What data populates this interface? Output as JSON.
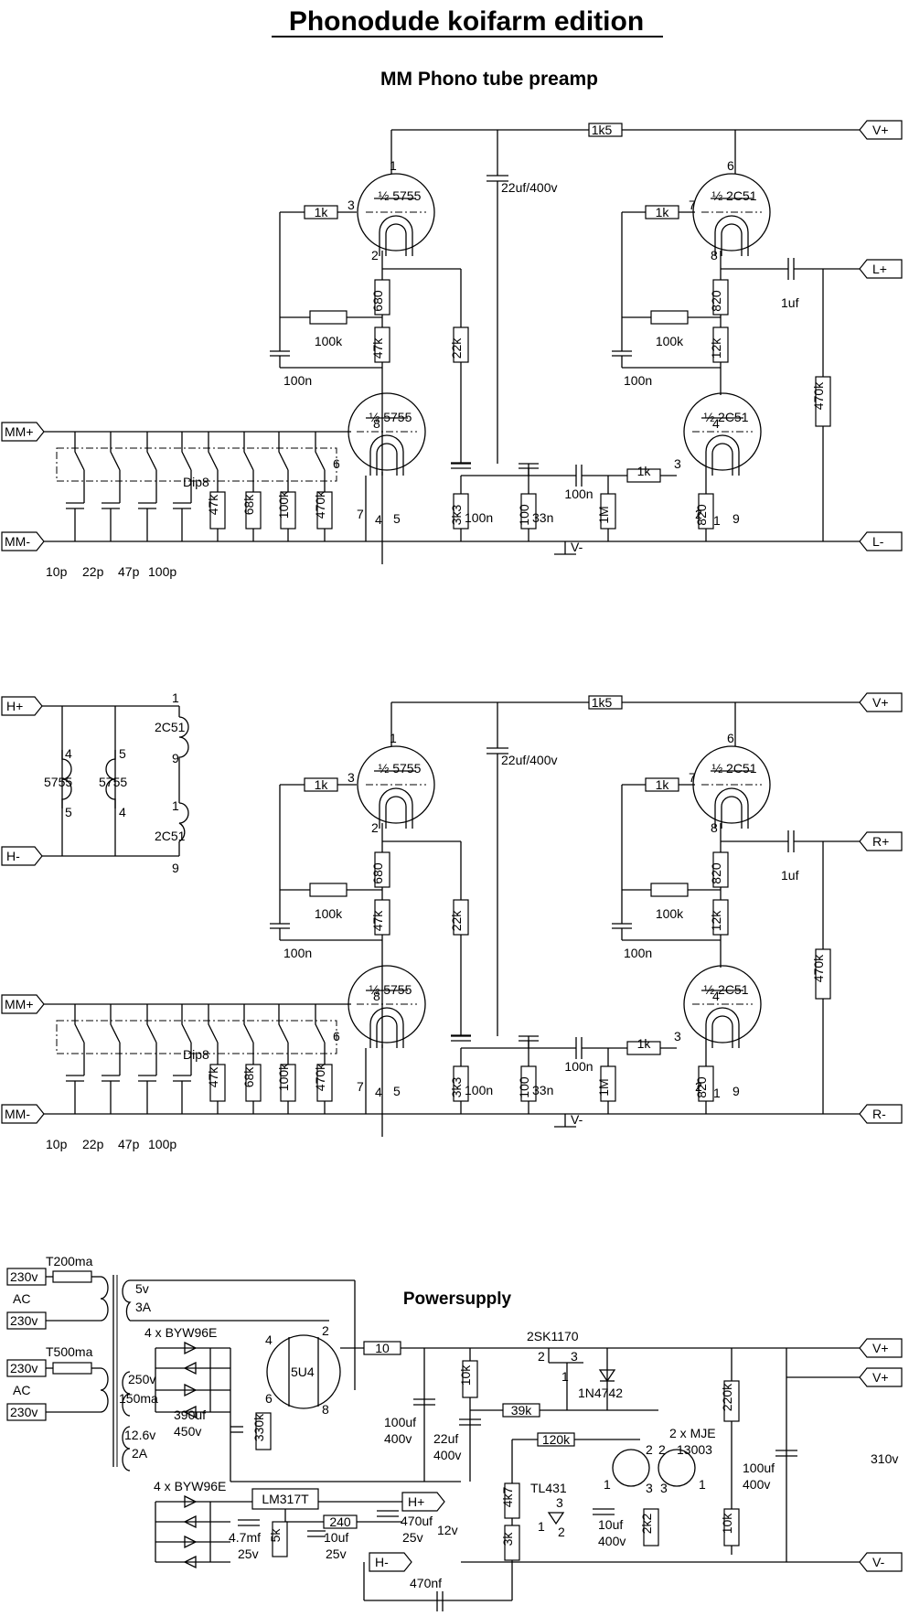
{
  "title": "Phonodude koifarm edition",
  "subtitle": "MM Phono tube preamp",
  "power_title": "Powersupply",
  "channel_L": {
    "ports": {
      "in_plus": "MM+",
      "in_minus": "MM-",
      "vplus": "V+",
      "out_plus": "L+",
      "out_minus": "L-",
      "vminus": "V-"
    }
  },
  "channel_R": {
    "ports": {
      "in_plus": "MM+",
      "in_minus": "MM-",
      "vplus": "V+",
      "out_plus": "R+",
      "out_minus": "R-",
      "vminus": "V-"
    }
  },
  "stage": {
    "r_top": "1k5",
    "tube1": "½ 5755",
    "tube2": "½ 5755",
    "tube3": "½ 2C51",
    "tube4": "½ 2C51",
    "pin_1": "1",
    "pin_2": "2",
    "pin_3": "3",
    "pin_4": "4",
    "pin_5": "5",
    "pin_6": "6",
    "pin_7": "7",
    "pin_8": "8",
    "pin_9": "9",
    "r_grid": "1k",
    "r_fb": "100k",
    "c_fb": "100n",
    "r_680": "680",
    "r_47k": "47k",
    "r_22k": "22k",
    "c_hv": "22uf/400v",
    "c_100n": "100n",
    "c_33n": "33n",
    "r_3k3": "3k3",
    "r_100": "100",
    "c_couple": "100n",
    "r_1m": "1M",
    "r_1k_in": "1k",
    "r_820": "820",
    "r_12k": "12k",
    "r_820b": "820",
    "c_out": "1uf",
    "r_470k": "470k",
    "dip": "Dip8",
    "load_caps": [
      "10p",
      "22p",
      "47p",
      "100p"
    ],
    "load_res": [
      "47k",
      "68k",
      "100k",
      "470k"
    ]
  },
  "heaters": {
    "hplus": "H+",
    "hminus": "H-",
    "t1": "5755",
    "t2": "5755",
    "t3": "2C51",
    "t4": "2C51",
    "p4": "4",
    "p5": "5",
    "p5b": "5",
    "p4b": "4",
    "p1": "1",
    "p9": "9",
    "p1b": "1",
    "p9b": "9"
  },
  "power": {
    "ac_in": [
      "230v",
      "230v",
      "230v",
      "230v"
    ],
    "ac": "AC",
    "fuse1": "T200ma",
    "fuse2": "T500ma",
    "sec1": [
      "5v",
      "3A"
    ],
    "sec2": [
      "250v",
      "150ma"
    ],
    "sec3": [
      "12.6v",
      "2A"
    ],
    "diodes1": "4 x BYW96E",
    "diodes2": "4 x BYW96E",
    "rect": "5U4",
    "rect_pins": [
      "2",
      "4",
      "6",
      "8"
    ],
    "r10": "10",
    "c1": [
      "100uf",
      "400v"
    ],
    "c2": [
      "390uf",
      "450v"
    ],
    "r330k": "330k",
    "r10k": "10k",
    "c3": [
      "22uf",
      "400v"
    ],
    "r39k": "39k",
    "mosfet": "2SK1170",
    "mos_pins": [
      "2",
      "3",
      "1"
    ],
    "zener": "1N4742",
    "r120k": "120k",
    "trans": [
      "2 x MJE",
      "13003"
    ],
    "tr_pins": [
      "2",
      "2",
      "1",
      "3",
      "3",
      "1"
    ],
    "r220k": "220k",
    "c4": [
      "100uf",
      "400v"
    ],
    "v310": "310v",
    "r4k7": "4k7",
    "tl431": "TL431",
    "tl_pins": [
      "3",
      "1",
      "2"
    ],
    "r3k": "3k",
    "c10uf": [
      "10uf",
      "400v"
    ],
    "r2k2": "2k2",
    "r10k_pot": "10k",
    "reg": "LM317T",
    "r240": "240",
    "c47mf": [
      "4.7mf",
      "25v"
    ],
    "r5k": "5k",
    "c10uf_b": [
      "10uf",
      "25v"
    ],
    "c470uf": [
      "470uf",
      "25v"
    ],
    "v12": "12v",
    "c470nf": "470nf",
    "out_vplus1": "V+",
    "out_vplus2": "V+",
    "out_vminus": "V-",
    "out_hplus": "H+",
    "out_hminus": "H-"
  }
}
